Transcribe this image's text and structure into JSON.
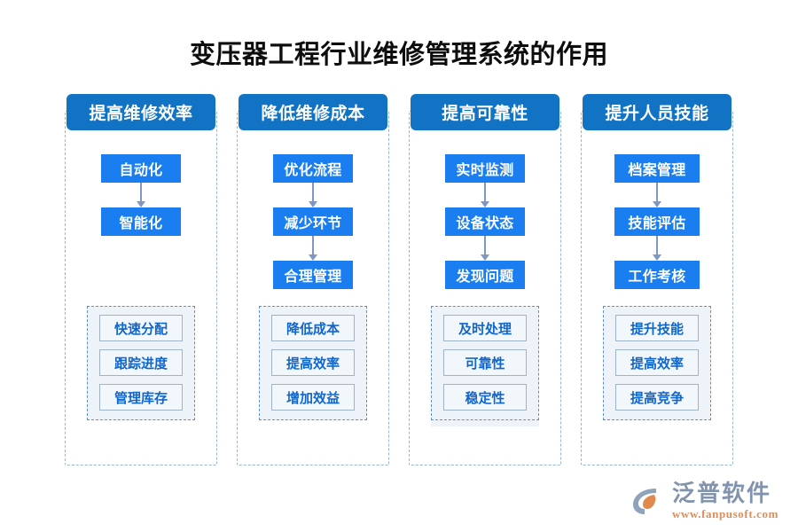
{
  "page": {
    "title": "变压器工程行业维修管理系统的作用",
    "background_color": "#ffffff"
  },
  "theme": {
    "header_blue": "#1273c4",
    "flow_blue": "#1a7ef0",
    "arrow_gray_blue": "#7f97c4",
    "outcome_border": "#9db3c9",
    "outcome_text": "#1166cc",
    "group_dashed_border": "#5b8fd0",
    "group_fill": "#eef3fa",
    "column_dashed_border": "#97b4d6"
  },
  "columns": [
    {
      "header": "提高维修效率",
      "flow": [
        "自动化",
        "智能化"
      ],
      "outcomes": [
        "快速分配",
        "跟踪进度",
        "管理库存"
      ]
    },
    {
      "header": "降低维修成本",
      "flow": [
        "优化流程",
        "减少环节",
        "合理管理"
      ],
      "outcomes": [
        "降低成本",
        "提高效率",
        "增加效益"
      ]
    },
    {
      "header": "提高可靠性",
      "flow": [
        "实时监测",
        "设备状态",
        "发现问题"
      ],
      "outcomes": [
        "及时处理",
        "可靠性",
        "稳定性"
      ]
    },
    {
      "header": "提升人员技能",
      "flow": [
        "档案管理",
        "技能评估",
        "工作考核"
      ],
      "outcomes": [
        "提升技能",
        "提高效率",
        "提高竞争"
      ]
    }
  ],
  "watermark": {
    "text": "泛普软件"
  },
  "brand": {
    "name": "泛普软件",
    "url": "www.fanpusoft.com"
  }
}
